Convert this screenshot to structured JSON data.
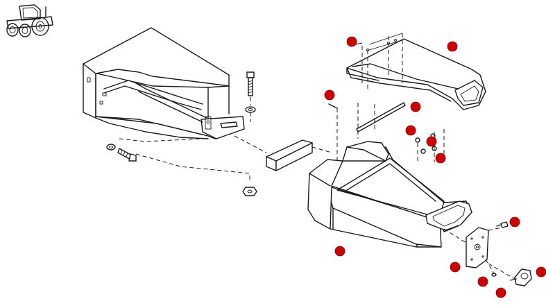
{
  "colors": {
    "callout_fill": "#cc0000",
    "callout_stroke": "#8a0000",
    "line": "#1a1a1a",
    "background": "#ffffff"
  },
  "icons": {
    "vehicle": "tractor-icon"
  },
  "callouts": [
    {
      "id": "callout-1"
    },
    {
      "id": "callout-2"
    },
    {
      "id": "callout-3"
    },
    {
      "id": "callout-4"
    },
    {
      "id": "callout-5"
    },
    {
      "id": "callout-6"
    },
    {
      "id": "callout-7"
    },
    {
      "id": "callout-8"
    },
    {
      "id": "callout-9"
    },
    {
      "id": "callout-10"
    },
    {
      "id": "callout-11"
    },
    {
      "id": "callout-12"
    },
    {
      "id": "callout-13"
    }
  ]
}
